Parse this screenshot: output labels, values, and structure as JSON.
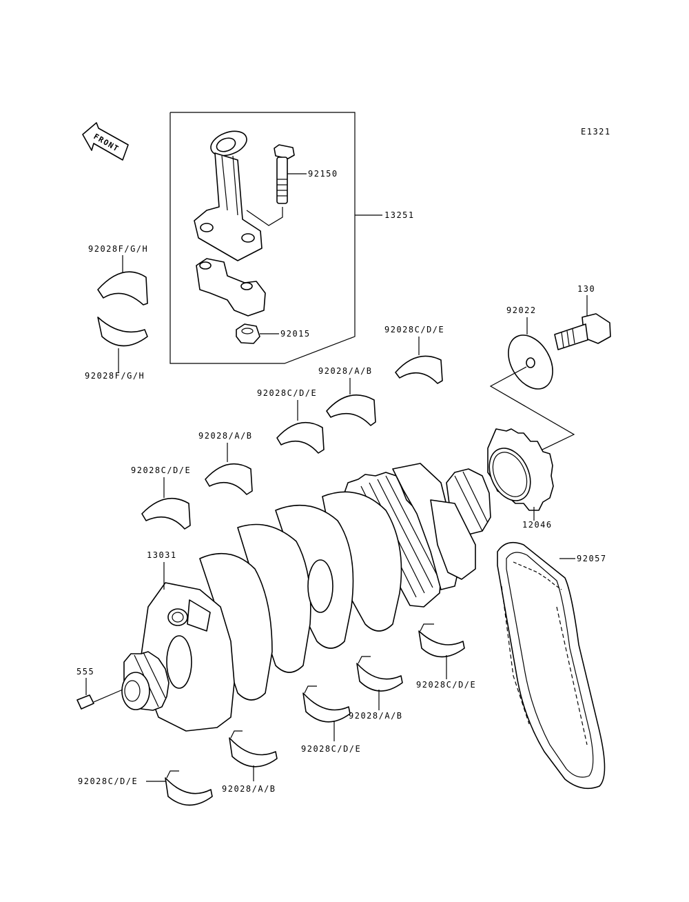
{
  "diagram": {
    "code": "E1321",
    "front_label": "FRONT",
    "labels": {
      "bolt_92150": "92150",
      "conrod_assy_13251": "13251",
      "nut_92015": "92015",
      "bearing_92028fgh_top": "92028F/G/H",
      "bearing_92028fgh_bottom": "92028F/G/H",
      "bolt_130": "130",
      "washer_92022": "92022",
      "bearing_cde_1": "92028C/D/E",
      "bearing_ab_1": "92028/A/B",
      "bearing_cde_2": "92028C/D/E",
      "bearing_ab_2": "92028/A/B",
      "bearing_cde_3": "92028C/D/E",
      "gear_12046": "12046",
      "chain_92057": "92057",
      "crankshaft_13031": "13031",
      "pin_555": "555",
      "bearing_cde_low_1": "92028C/D/E",
      "bearing_ab_low_1": "92028/A/B",
      "bearing_cde_low_2": "92028C/D/E",
      "bearing_ab_low_2": "92028/A/B",
      "bearing_cde_low_3": "92028C/D/E"
    }
  }
}
